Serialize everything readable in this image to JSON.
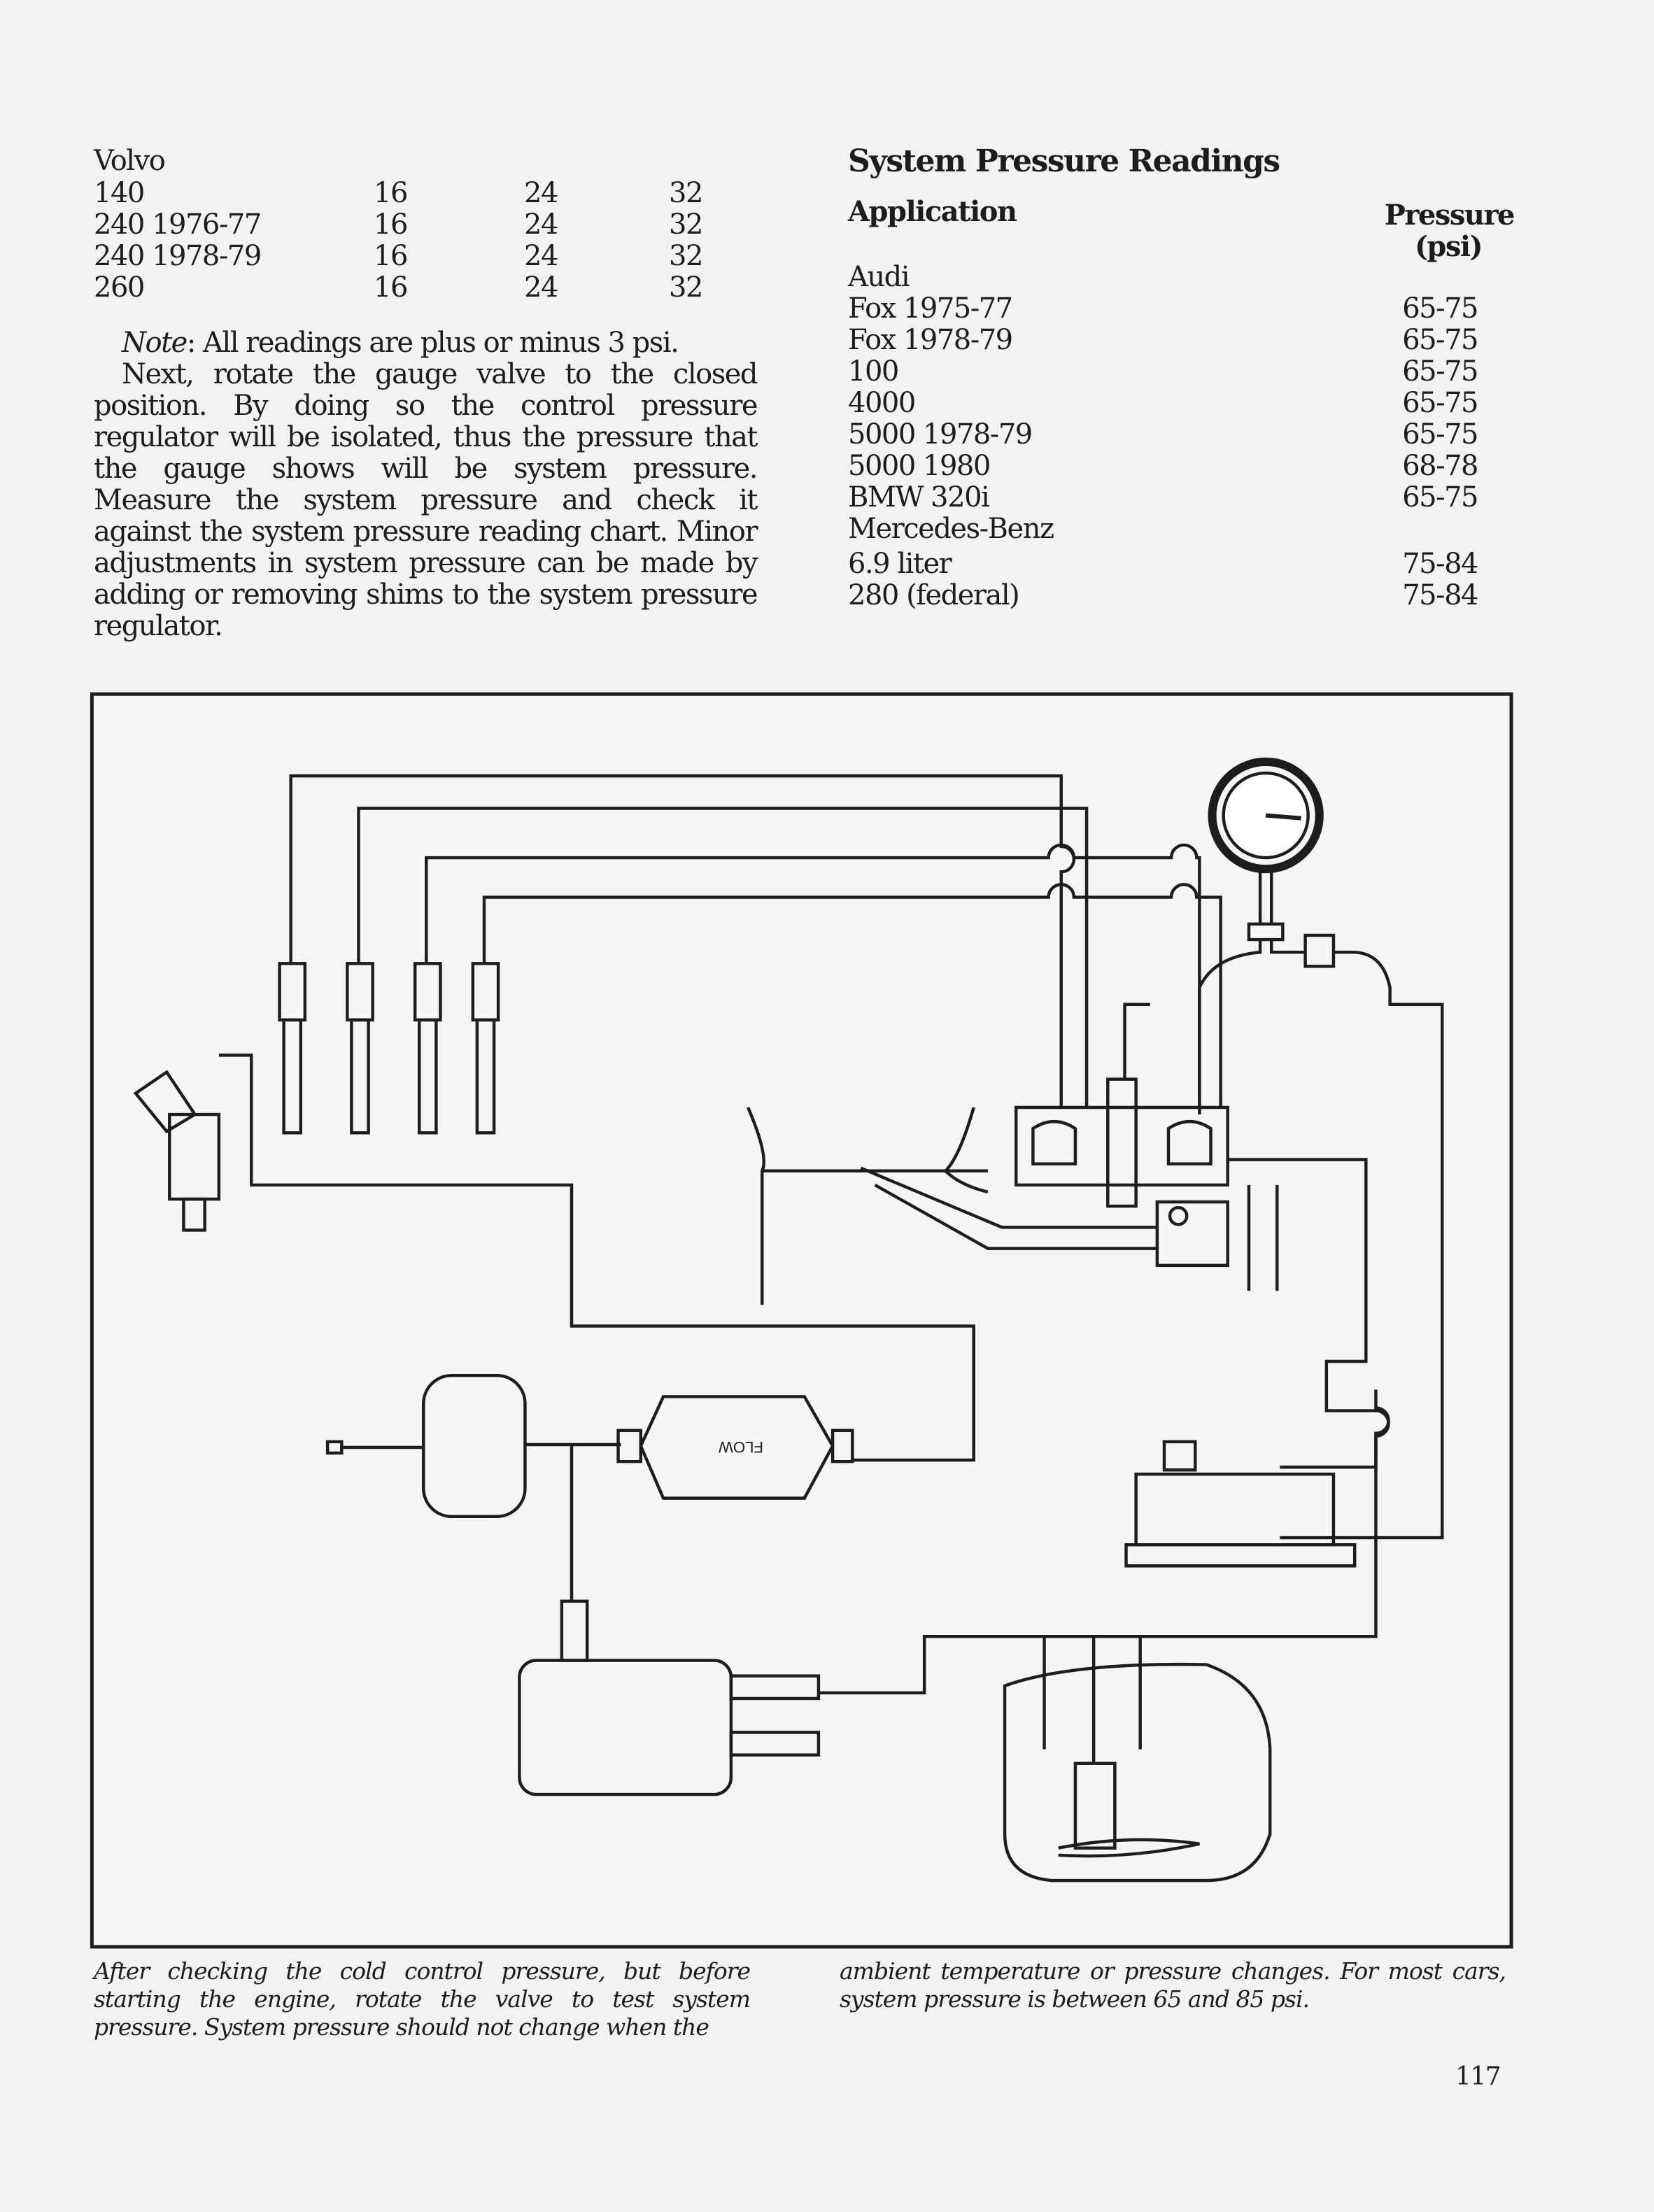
{
  "volvo_table": {
    "make": "Volvo",
    "rows": [
      {
        "model": "140",
        "a": "16",
        "b": "24",
        "c": "32"
      },
      {
        "model": "240 1976-77",
        "a": "16",
        "b": "24",
        "c": "32"
      },
      {
        "model": "240 1978-79",
        "a": "16",
        "b": "24",
        "c": "32"
      },
      {
        "model": "260",
        "a": "16",
        "b": "24",
        "c": "32"
      }
    ]
  },
  "body": {
    "note_label": "Note",
    "note_text": ": All readings are plus or minus 3 psi.",
    "paragraph": "Next, rotate the gauge valve to the closed position. By doing so the control pressure regulator will be isolated, thus the pressure that the gauge shows will be system pressure. Measure the system pressure and check it against the system pressure reading chart. Minor adjustments in system pressure can be made by adding or removing shims to the system pressure regulator."
  },
  "system_pressure": {
    "title": "System Pressure Readings",
    "col_application": "Application",
    "col_pressure": "Pressure",
    "col_pressure_unit": "(psi)",
    "rows": [
      {
        "app": "Audi",
        "psi": ""
      },
      {
        "app": "Fox 1975-77",
        "psi": "65-75"
      },
      {
        "app": "Fox 1978-79",
        "psi": "65-75"
      },
      {
        "app": "100",
        "psi": "65-75"
      },
      {
        "app": "4000",
        "psi": "65-75"
      },
      {
        "app": "5000 1978-79",
        "psi": "65-75"
      },
      {
        "app": "5000 1980",
        "psi": "68-78"
      },
      {
        "app": "BMW 320i",
        "psi": "65-75"
      },
      {
        "app": "Mercedes-Benz",
        "psi": ""
      },
      {
        "app": "6.9 liter",
        "psi": "75-84"
      },
      {
        "app": "280 (federal)",
        "psi": "75-84"
      }
    ]
  },
  "diagram": {
    "filter_label": "FLOW"
  },
  "caption": {
    "left": "After checking the cold control pressure, but before starting the engine, rotate the valve to test system pressure. System pressure should not change when the",
    "right": "ambient temperature or pressure changes. For most cars, system pressure is between 65 and 85 psi."
  },
  "page_number": "117"
}
